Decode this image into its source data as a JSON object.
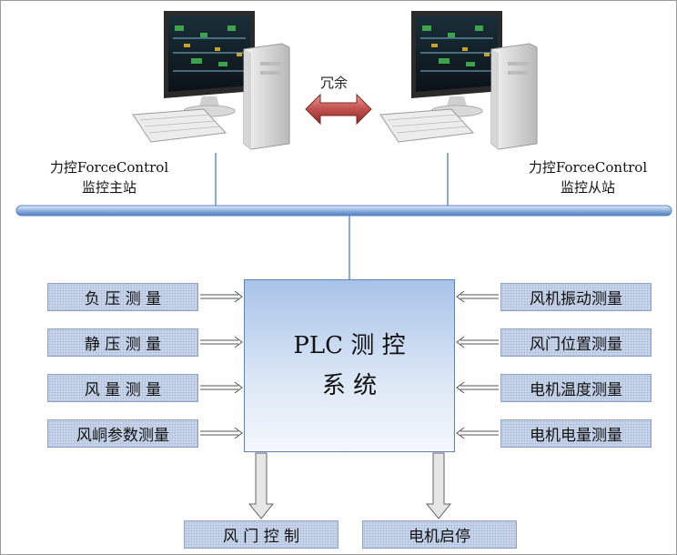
{
  "master_station": {
    "line1": "力控ForceControl",
    "line2": "监控主站"
  },
  "slave_station": {
    "line1": "力控ForceControl",
    "line2": "监控从站"
  },
  "redundancy_label": "冗余",
  "plc": {
    "line1": "PLC 测 控",
    "line2": "系 统"
  },
  "left_inputs": [
    "负 压 测 量",
    "静 压 测 量",
    "风 量 测 量",
    "风峒参数测量"
  ],
  "right_inputs": [
    "风机振动测量",
    "风门位置测量",
    "电机温度测量",
    "电机电量测量"
  ],
  "outputs": [
    "风 门 控 制",
    "电机启停"
  ],
  "colors": {
    "bus": "#8fb2e0",
    "box_fill": "#cdd9ec",
    "plc_border": "#5a82c2",
    "arrow": "#c0504d"
  }
}
